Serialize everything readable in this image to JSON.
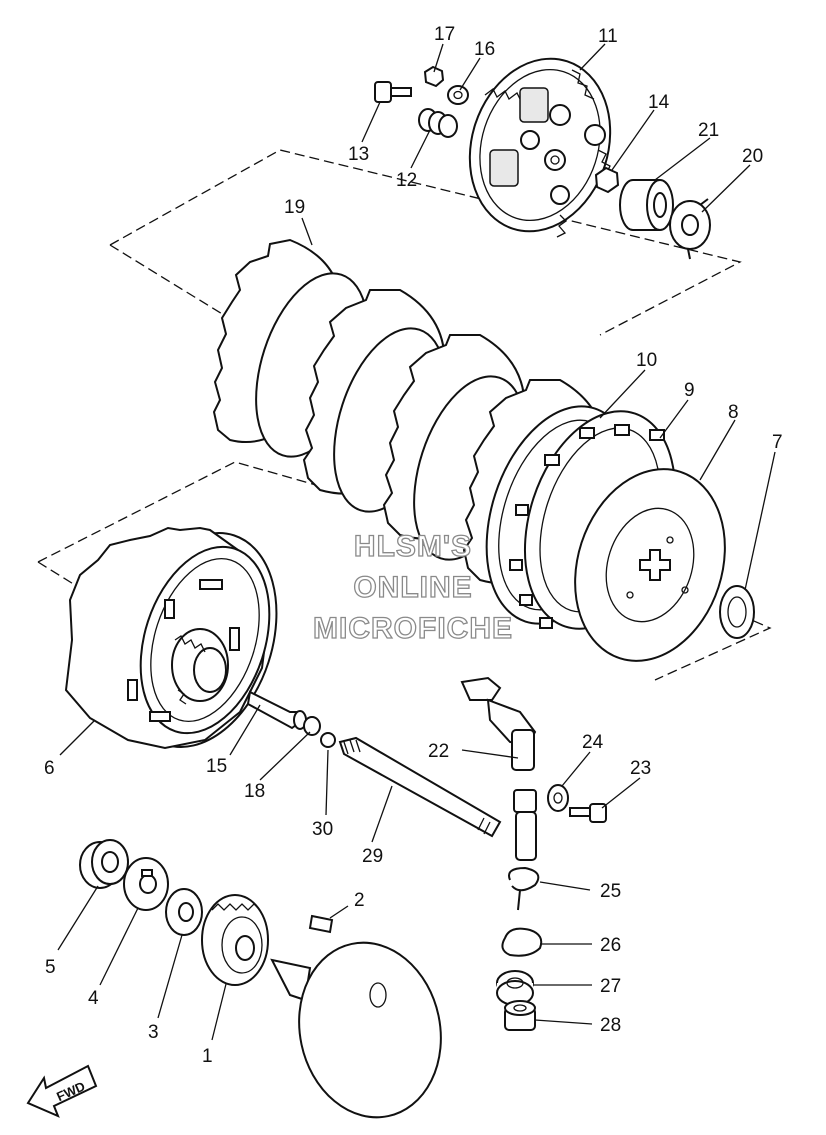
{
  "diagram": {
    "watermark_lines": [
      "HLSM'S",
      "ONLINE",
      "MICROFICHE"
    ],
    "direction_label": "FWD",
    "callouts": [
      {
        "id": "17",
        "label": "17"
      },
      {
        "id": "16",
        "label": "16"
      },
      {
        "id": "11",
        "label": "11"
      },
      {
        "id": "13",
        "label": "13"
      },
      {
        "id": "12",
        "label": "12"
      },
      {
        "id": "14",
        "label": "14"
      },
      {
        "id": "21",
        "label": "21"
      },
      {
        "id": "20",
        "label": "20"
      },
      {
        "id": "19",
        "label": "19"
      },
      {
        "id": "10",
        "label": "10"
      },
      {
        "id": "9",
        "label": "9"
      },
      {
        "id": "8",
        "label": "8"
      },
      {
        "id": "7",
        "label": "7"
      },
      {
        "id": "6",
        "label": "6"
      },
      {
        "id": "15",
        "label": "15"
      },
      {
        "id": "18",
        "label": "18"
      },
      {
        "id": "30",
        "label": "30"
      },
      {
        "id": "29",
        "label": "29"
      },
      {
        "id": "22",
        "label": "22"
      },
      {
        "id": "24",
        "label": "24"
      },
      {
        "id": "23",
        "label": "23"
      },
      {
        "id": "25",
        "label": "25"
      },
      {
        "id": "26",
        "label": "26"
      },
      {
        "id": "27",
        "label": "27"
      },
      {
        "id": "28",
        "label": "28"
      },
      {
        "id": "2",
        "label": "2"
      },
      {
        "id": "5",
        "label": "5"
      },
      {
        "id": "4",
        "label": "4"
      },
      {
        "id": "3",
        "label": "3"
      },
      {
        "id": "1",
        "label": "1"
      }
    ]
  }
}
